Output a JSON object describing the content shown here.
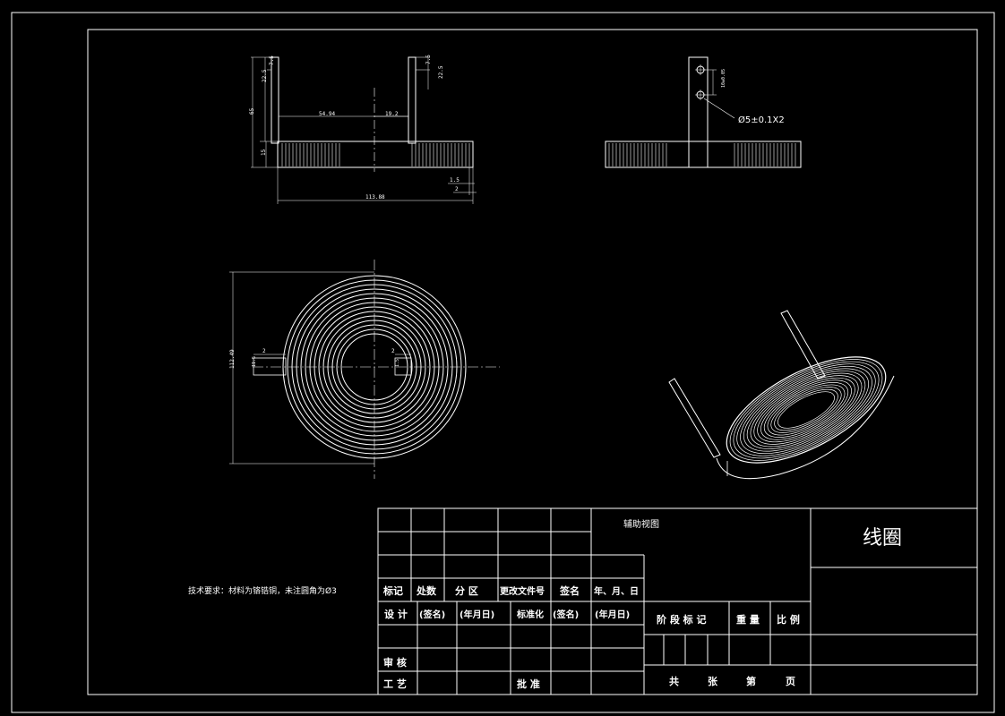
{
  "dimensions": {
    "top_width": "54.94",
    "gap": "19.2",
    "height_total": "65",
    "tab_height": "22.5",
    "tab_hole": "7.5",
    "tab_height_right": "22.5",
    "tab_hole_right": "7.5",
    "body_height": "15",
    "overall_width": "113.88",
    "thickness_a": "1.5",
    "thickness_b": "2",
    "side_hole_spacing": "10±0.05",
    "hole_callout": "Ø5±0.1X2",
    "plan_diameter": "112.49",
    "plan_tab_a": "2",
    "plan_tab_b": "11.5",
    "plan_tab_c": "2",
    "plan_tab_d": "1.5"
  },
  "notes": {
    "tech_requirements": "技术要求：材料为铬锆铜，未注圆角为Ø3"
  },
  "title_block": {
    "aux_view": "辅助视图",
    "part_name": "线圈",
    "hdr_mark": "标记",
    "hdr_count": "处数",
    "hdr_zone": "分 区",
    "hdr_docno": "更改文件号",
    "hdr_sign": "签名",
    "hdr_date": "年、月、日",
    "design": "设 计",
    "sign_name": "(签名)",
    "ymd": "(年月日)",
    "standardize": "标准化",
    "sign_name2": "(签名)",
    "ymd2": "(年月日)",
    "stage_mark": "阶 段 标 记",
    "weight": "重 量",
    "scale": "比 例",
    "review": "审 核",
    "process": "工 艺",
    "approve": "批 准",
    "total": "共",
    "sheets": "张",
    "sheet_no": "第",
    "page": "页"
  }
}
